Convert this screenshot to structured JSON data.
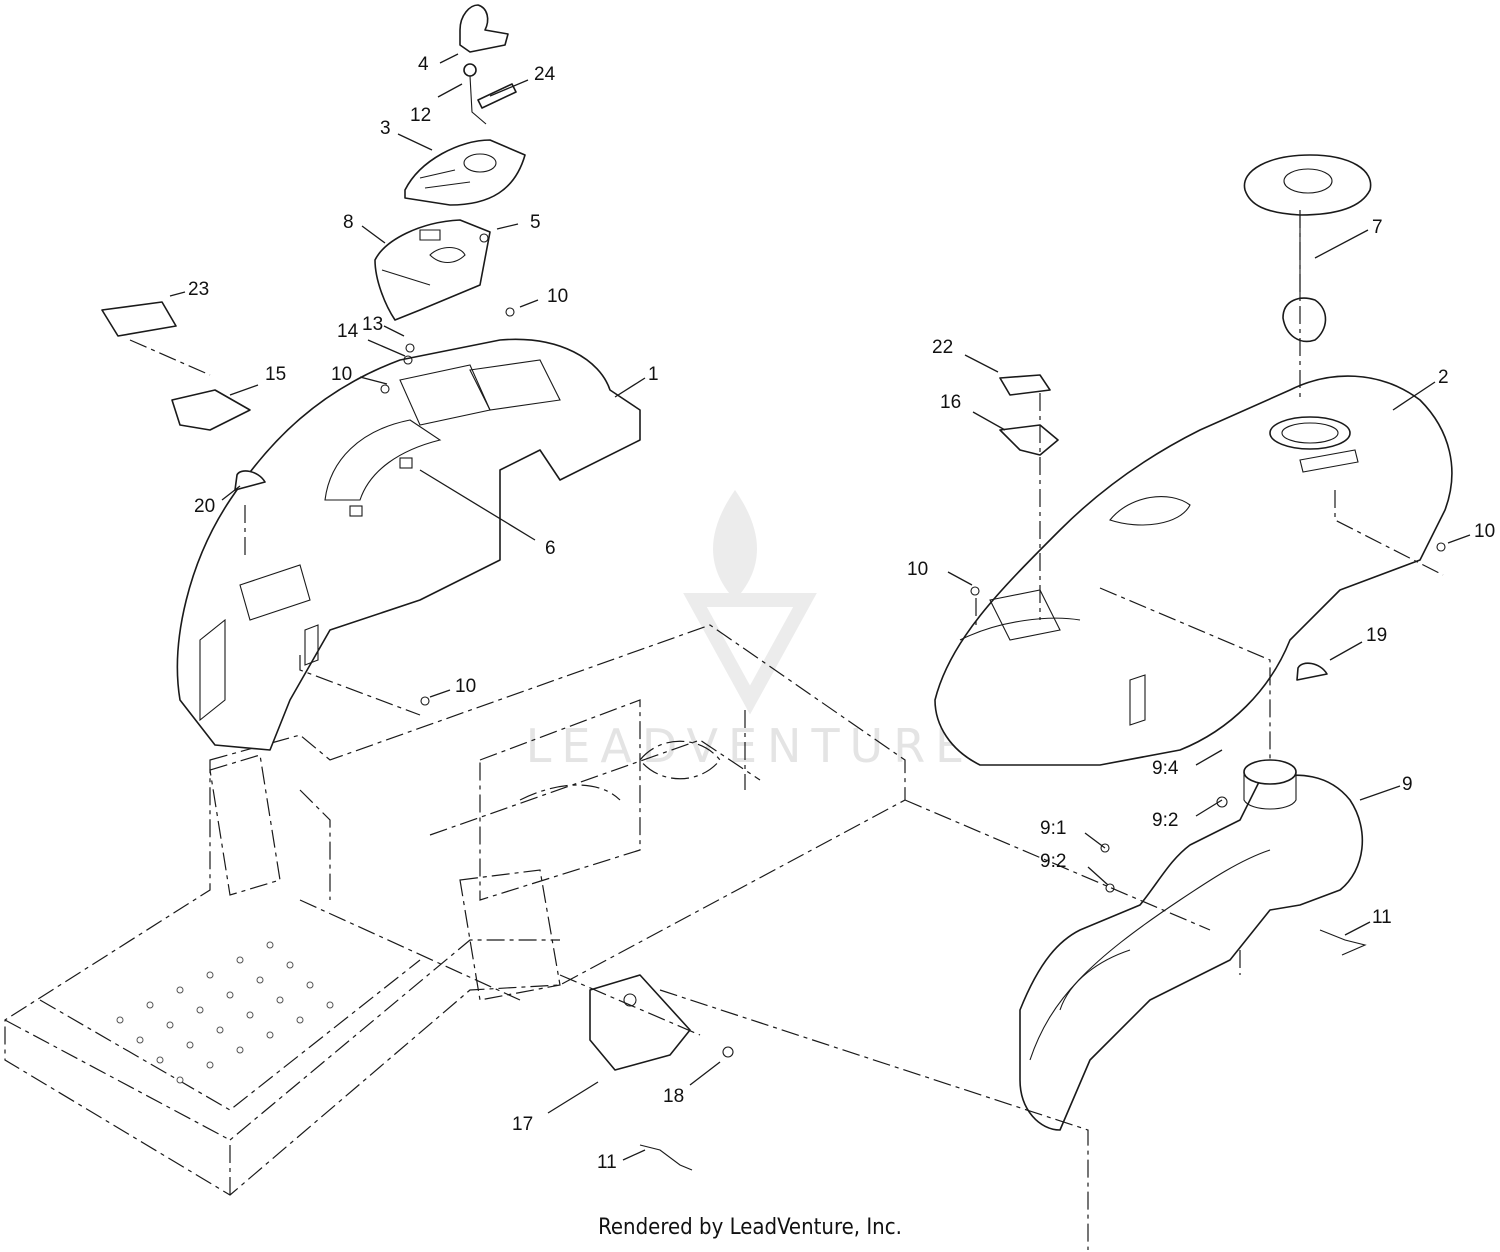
{
  "diagram": {
    "callouts": {
      "c1": "1",
      "c2": "2",
      "c3": "3",
      "c4": "4",
      "c5": "5",
      "c6": "6",
      "c7": "7",
      "c8": "8",
      "c9": "9",
      "c9_1": "9:1",
      "c9_2a": "9:2",
      "c9_2b": "9:2",
      "c9_4": "9:4",
      "c10a": "10",
      "c10b": "10",
      "c10c": "10",
      "c10d": "10",
      "c10e": "10",
      "c11a": "11",
      "c11b": "11",
      "c12": "12",
      "c13": "13",
      "c14": "14",
      "c15": "15",
      "c16": "16",
      "c17": "17",
      "c18": "18",
      "c19": "19",
      "c20": "20",
      "c22": "22",
      "c23": "23",
      "c24": "24"
    },
    "watermark": "LEADVENTURE",
    "credit": "Rendered by LeadVenture, Inc."
  }
}
